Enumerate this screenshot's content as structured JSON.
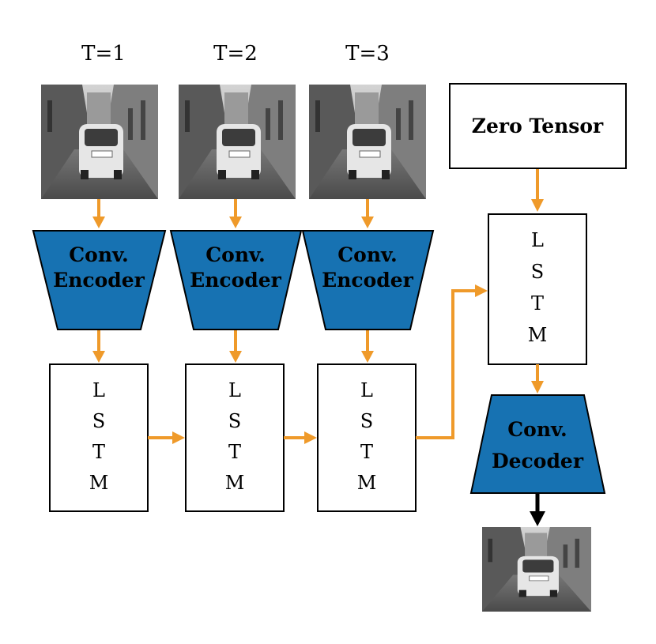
{
  "time_steps": [
    {
      "label": "T=1"
    },
    {
      "label": "T=2"
    },
    {
      "label": "T=3"
    }
  ],
  "encoder": {
    "line1": "Conv.",
    "line2": "Encoder"
  },
  "decoder": {
    "line1": "Conv.",
    "line2": "Decoder"
  },
  "lstm": {
    "letters": [
      "L",
      "S",
      "T",
      "M"
    ]
  },
  "zero_tensor": {
    "label": "Zero Tensor"
  },
  "colors": {
    "block_fill": "#1772b2",
    "arrow_orange": "#ef9a2a",
    "arrow_black": "#000000"
  },
  "images": {
    "input_frame": "grayscale-photo-of-white-car-in-narrow-street",
    "output_frame": "grayscale-photo-of-predicted-car-frame"
  }
}
